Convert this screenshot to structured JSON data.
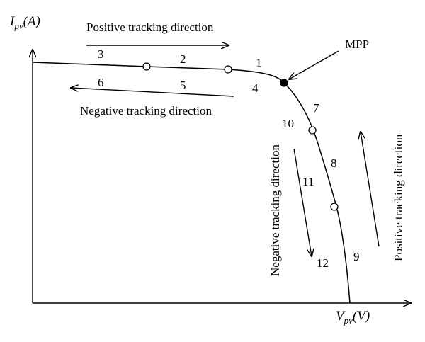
{
  "axes": {
    "y_label": {
      "main": "I",
      "sub": "pv",
      "rest": "(A)"
    },
    "x_label": {
      "main": "V",
      "sub": "pv",
      "rest": "(V)"
    }
  },
  "directions": {
    "positive_top": "Positive tracking direction",
    "negative_top": "Negative tracking direction",
    "negative_right": "Negative tracking direction",
    "positive_right": "Positive tracking direction"
  },
  "mpp_label": "MPP",
  "regions": [
    "1",
    "2",
    "3",
    "4",
    "5",
    "6",
    "7",
    "8",
    "9",
    "10",
    "11",
    "12"
  ]
}
